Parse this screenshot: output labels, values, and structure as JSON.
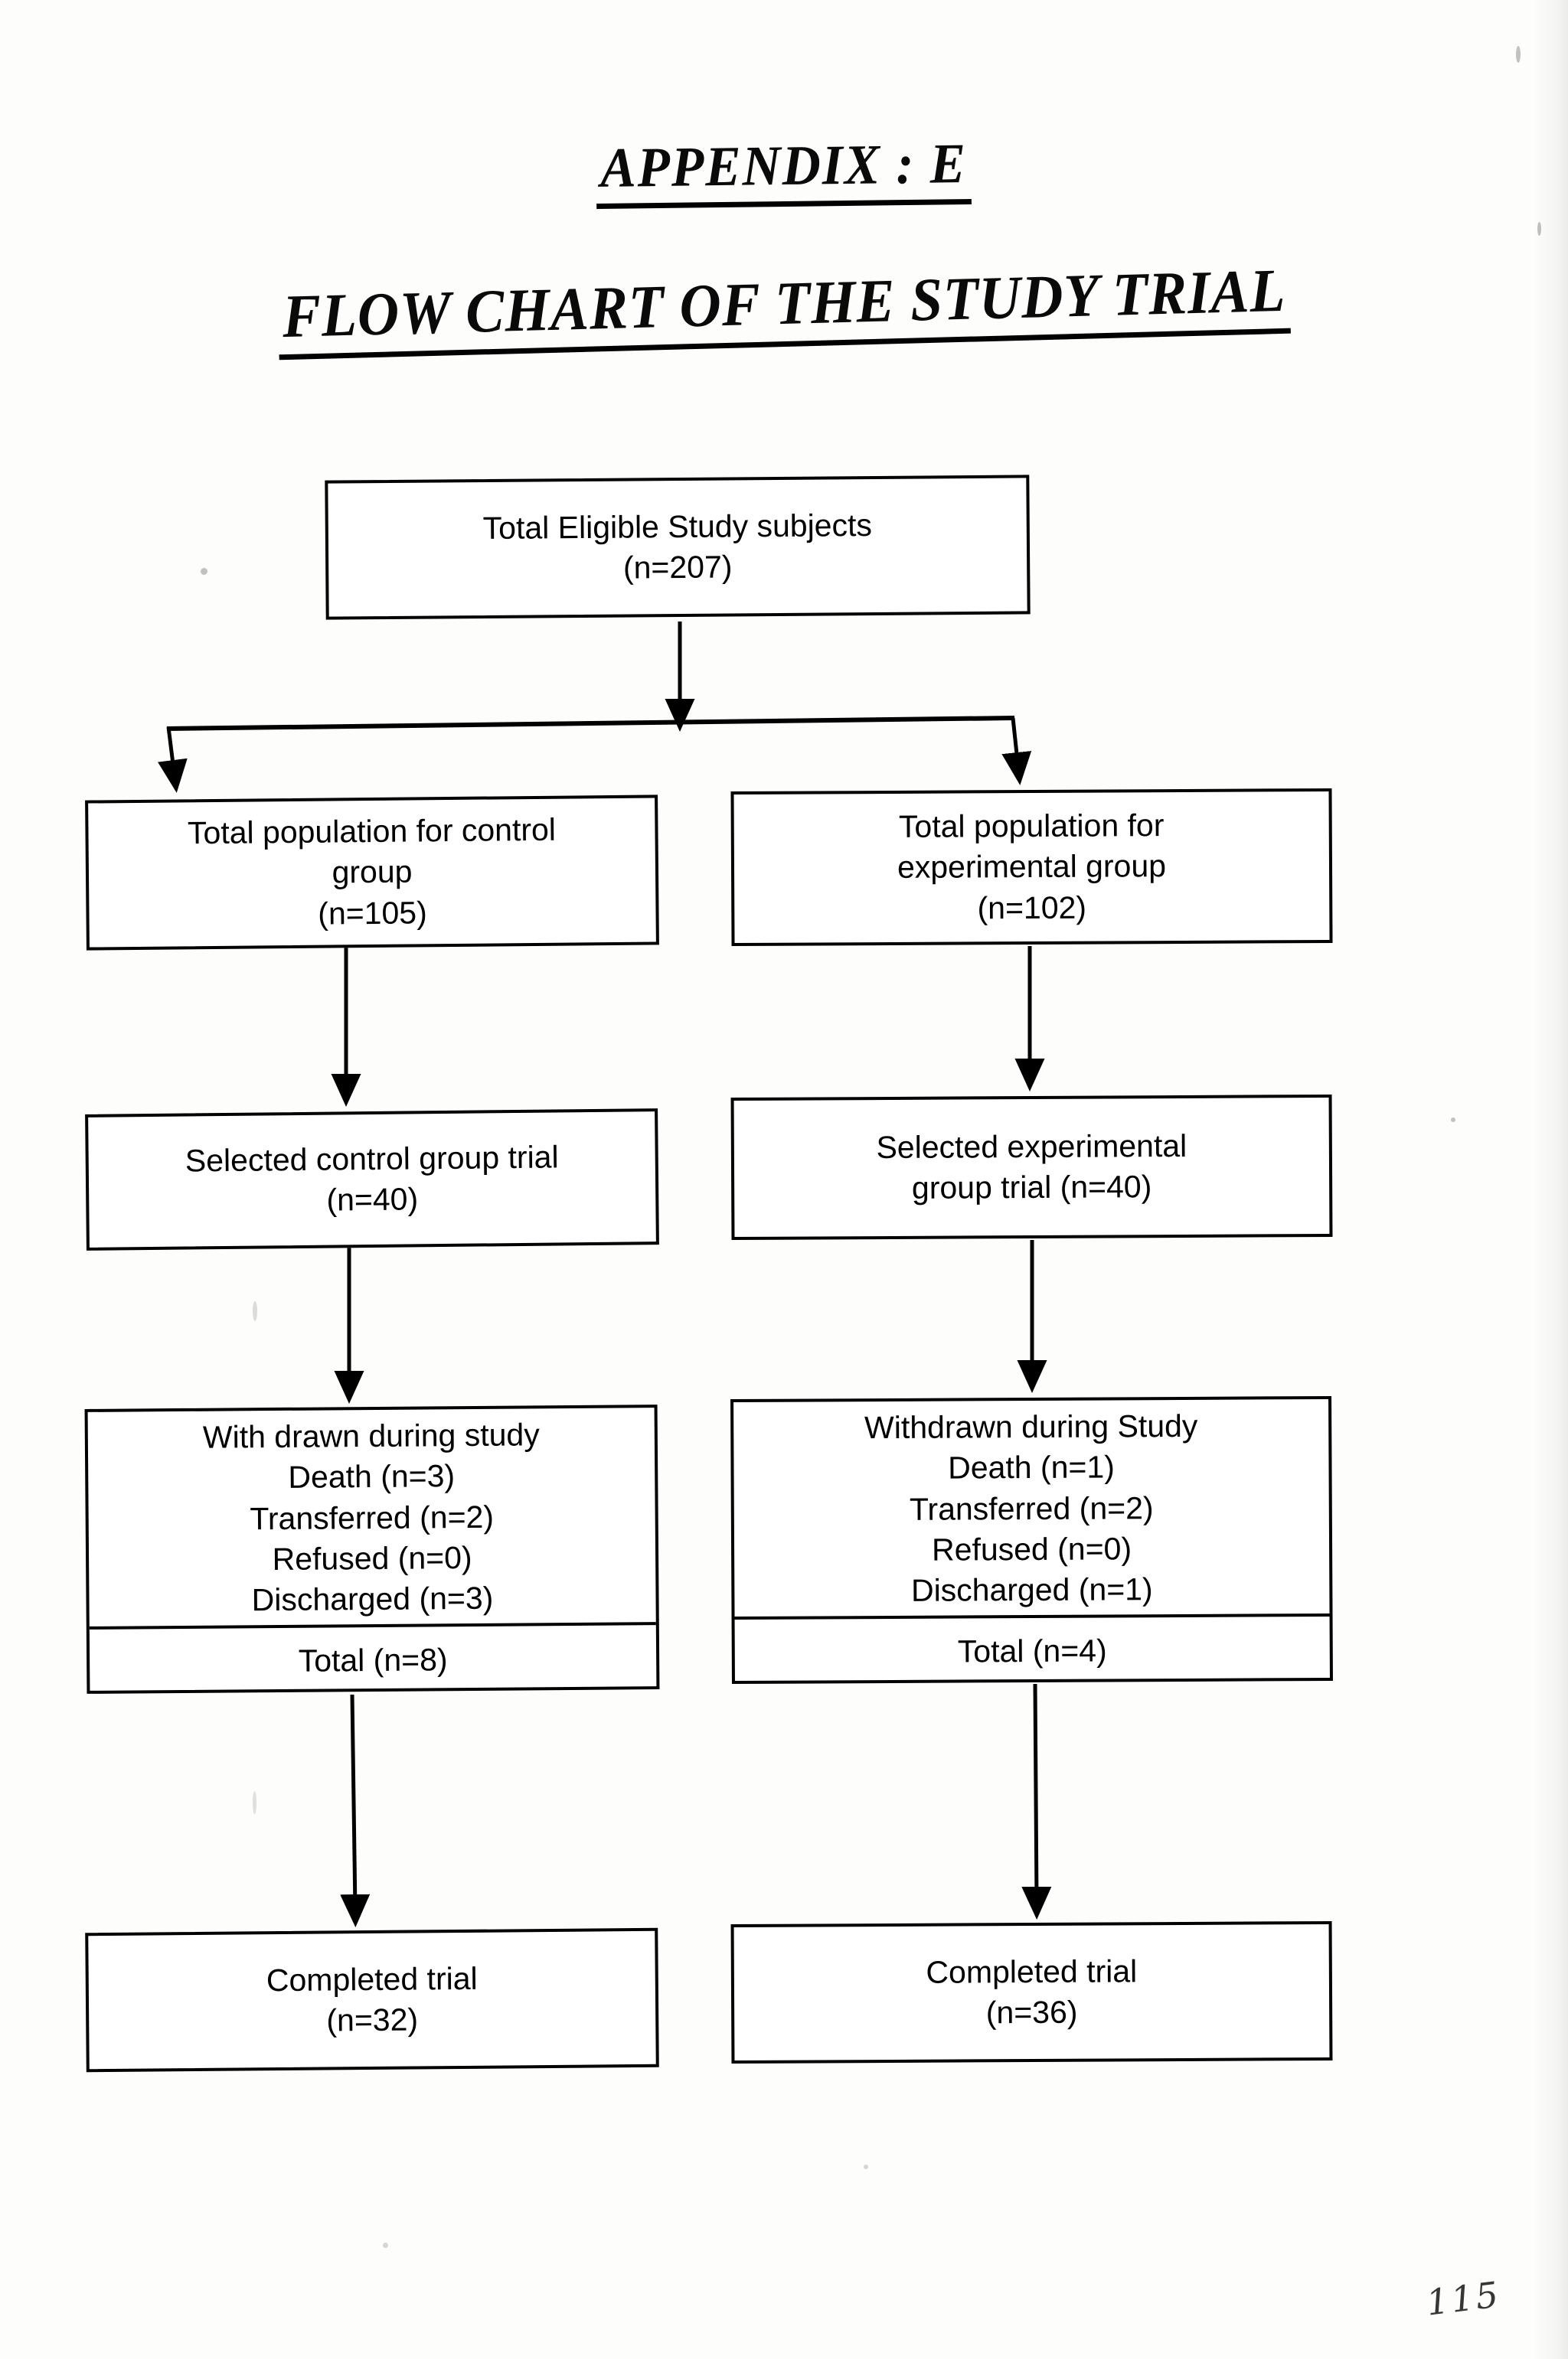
{
  "document": {
    "title_appendix": "APPENDIX : E",
    "title_flowchart": "FLOW CHART OF THE STUDY TRIAL",
    "page_number": "115"
  },
  "chart_data": {
    "type": "diagram",
    "title": "FLOW CHART OF THE STUDY TRIAL",
    "diagram_kind": "CONSORT study-flow chart",
    "nodes": [
      {
        "id": "total-eligible",
        "lines": [
          "Total Eligible Study subjects",
          "(n=207)"
        ],
        "n": 207
      },
      {
        "id": "control-population",
        "lines": [
          "Total population for control",
          "group",
          "(n=105)"
        ],
        "n": 105
      },
      {
        "id": "experimental-population",
        "lines": [
          "Total population for",
          "experimental group",
          "(n=102)"
        ],
        "n": 102
      },
      {
        "id": "control-selected",
        "lines": [
          "Selected control group trial",
          "(n=40)"
        ],
        "n": 40
      },
      {
        "id": "experimental-selected",
        "lines": [
          "Selected experimental",
          "group trial (n=40)"
        ],
        "n": 40
      },
      {
        "id": "control-withdrawn",
        "lines": [
          "With drawn during study",
          "Death (n=3)",
          "Transferred (n=2)",
          "Refused (n=0)",
          "Discharged (n=3)"
        ],
        "total_line": "Total (n=8)",
        "n": 8,
        "breakdown": {
          "Death": 3,
          "Transferred": 2,
          "Refused": 0,
          "Discharged": 3
        }
      },
      {
        "id": "experimental-withdrawn",
        "lines": [
          "Withdrawn during Study",
          "Death (n=1)",
          "Transferred (n=2)",
          "Refused (n=0)",
          "Discharged (n=1)"
        ],
        "total_line": "Total (n=4)",
        "n": 4,
        "breakdown": {
          "Death": 1,
          "Transferred": 2,
          "Refused": 0,
          "Discharged": 1
        }
      },
      {
        "id": "control-completed",
        "lines": [
          "Completed trial",
          "(n=32)"
        ],
        "n": 32
      },
      {
        "id": "experimental-completed",
        "lines": [
          "Completed trial",
          "(n=36)"
        ],
        "n": 36
      }
    ],
    "edges": [
      {
        "from": "total-eligible",
        "to": "control-population",
        "style": "split-arrow"
      },
      {
        "from": "total-eligible",
        "to": "experimental-population",
        "style": "split-arrow"
      },
      {
        "from": "control-population",
        "to": "control-selected",
        "style": "arrow"
      },
      {
        "from": "experimental-population",
        "to": "experimental-selected",
        "style": "arrow"
      },
      {
        "from": "control-selected",
        "to": "control-withdrawn",
        "style": "arrow"
      },
      {
        "from": "experimental-selected",
        "to": "experimental-withdrawn",
        "style": "arrow"
      },
      {
        "from": "control-withdrawn",
        "to": "control-completed",
        "style": "arrow"
      },
      {
        "from": "experimental-withdrawn",
        "to": "experimental-completed",
        "style": "arrow"
      }
    ],
    "colors": {
      "stroke": "#000000",
      "fill": "#ffffff",
      "background": "#fdfdfc"
    }
  },
  "nodes": {
    "total_eligible": {
      "line1": "Total Eligible Study subjects",
      "line2": "(n=207)"
    },
    "control_population": {
      "line1": "Total population for control",
      "line2": "group",
      "line3": "(n=105)"
    },
    "experimental_population": {
      "line1": "Total population for",
      "line2": "experimental group",
      "line3": "(n=102)"
    },
    "control_selected": {
      "line1": "Selected control group trial",
      "line2": "(n=40)"
    },
    "experimental_selected": {
      "line1": "Selected experimental",
      "line2": "group trial (n=40)"
    },
    "control_withdrawn": {
      "line1": "With drawn during study",
      "line2": "Death (n=3)",
      "line3": "Transferred (n=2)",
      "line4": "Refused (n=0)",
      "line5": "Discharged (n=3)",
      "total": "Total (n=8)"
    },
    "experimental_withdrawn": {
      "line1": "Withdrawn during Study",
      "line2": "Death (n=1)",
      "line3": "Transferred (n=2)",
      "line4": "Refused (n=0)",
      "line5": "Discharged (n=1)",
      "total": "Total (n=4)"
    },
    "control_completed": {
      "line1": "Completed trial",
      "line2": "(n=32)"
    },
    "experimental_completed": {
      "line1": "Completed trial",
      "line2": "(n=36)"
    }
  }
}
